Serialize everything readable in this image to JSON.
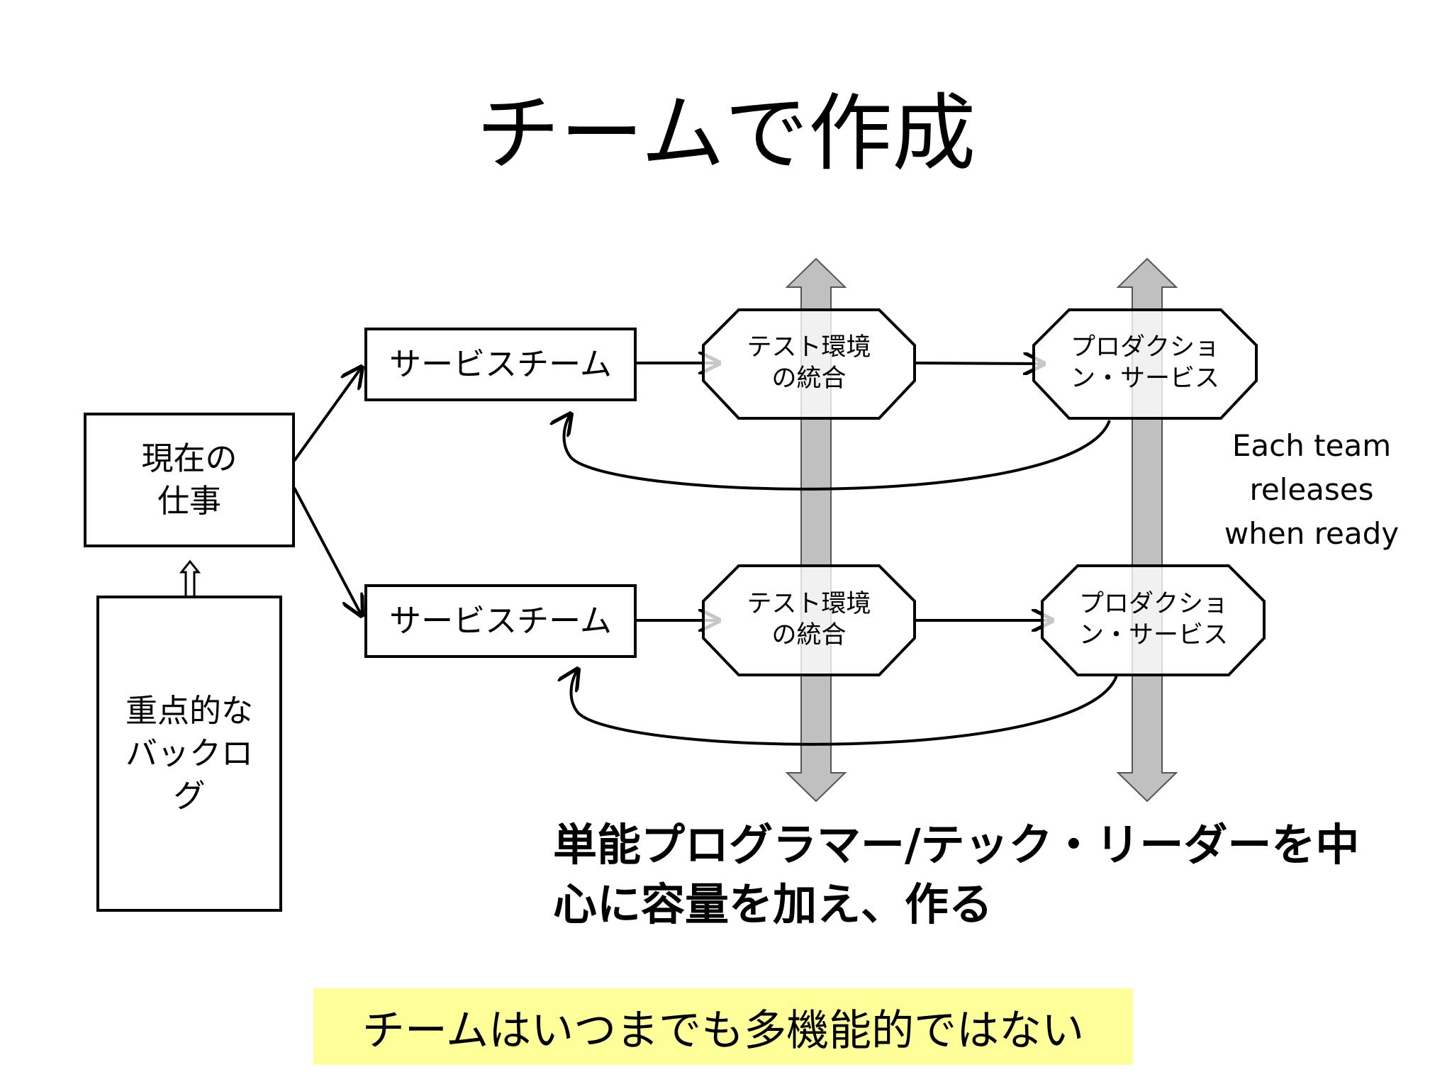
{
  "title": "チームで作成",
  "current_work": "現在の\n仕事",
  "backlog": "重点的な\nバックロ\nグ",
  "service_team_1": "サービスチーム",
  "service_team_2": "サービスチーム",
  "test_env_1": "テスト環境\nの統合",
  "test_env_2": "テスト環境\nの統合",
  "production_1": "プロダクショ\nン・サービス",
  "production_2": "プロダクショ\nン・サービス",
  "side_note": "Each team\nreleases\nwhen ready",
  "emphasis": "単能プログラマー/テック・リーダーを中\n心に容量を加え、作る",
  "highlight": "チームはいつまでも多機能的ではない",
  "colors": {
    "arrow_fill": "#c0c0c0",
    "highlight_bg": "#ffff99"
  }
}
